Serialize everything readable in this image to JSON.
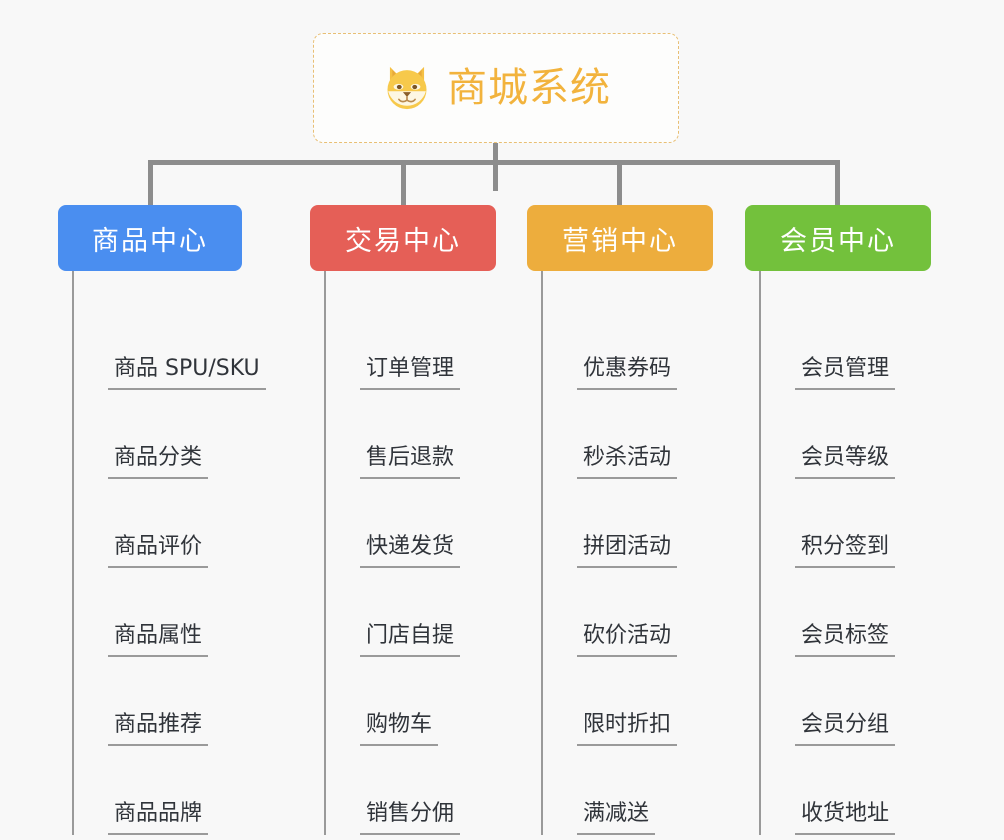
{
  "diagram": {
    "type": "organization-tree",
    "background_color": "#f8f8f8",
    "root": {
      "title": "商城系统",
      "icon": "shiba-dog-face-icon",
      "text_color": "#f2b33d",
      "border_color": "#e8bf74",
      "border_style": "dashed"
    },
    "connector_color": "#8d8d8d",
    "categories": [
      {
        "label": "商品中心",
        "color": "#4a8ef0",
        "items": [
          "商品 SPU/SKU",
          "商品分类",
          "商品评价",
          "商品属性",
          "商品推荐",
          "商品品牌"
        ]
      },
      {
        "label": "交易中心",
        "color": "#e55f57",
        "items": [
          "订单管理",
          "售后退款",
          "快递发货",
          "门店自提",
          "购物车",
          "销售分佣"
        ]
      },
      {
        "label": "营销中心",
        "color": "#edad3d",
        "items": [
          "优惠券码",
          "秒杀活动",
          "拼团活动",
          "砍价活动",
          "限时折扣",
          "满减送"
        ]
      },
      {
        "label": "会员中心",
        "color": "#73c13c",
        "items": [
          "会员管理",
          "会员等级",
          "积分签到",
          "会员标签",
          "会员分组",
          "收货地址"
        ]
      }
    ]
  }
}
